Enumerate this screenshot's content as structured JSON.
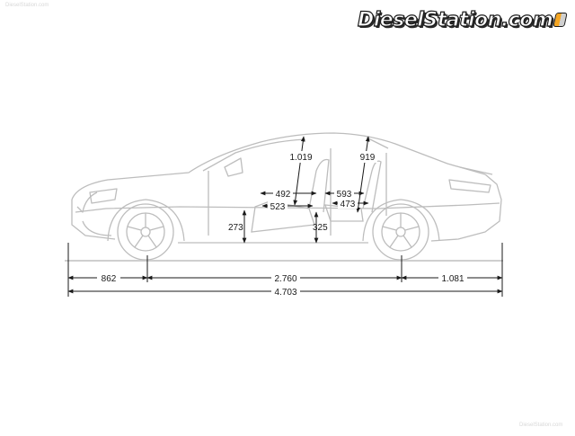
{
  "watermark": {
    "text": "DieselStation.com",
    "color_light": "#d8d8d8"
  },
  "small_marks": {
    "top_left": "DieselStation.com",
    "bottom_right": "DieselStation.com"
  },
  "colors": {
    "car_outline": "#bdbdbd",
    "dimension_line": "#1a1a1a",
    "ground": "#cfcfcf"
  },
  "dimensions": {
    "headroom_front": "1.019",
    "headroom_rear": "919",
    "seat_front": "492",
    "seat_rear": "593",
    "legroom_front": "523",
    "legroom_rear": "473",
    "seat_height": "273",
    "floor_to_seat": "325",
    "front_overhang": "862",
    "wheelbase": "2.760",
    "rear_overhang": "1.081",
    "overall_length": "4.703"
  }
}
